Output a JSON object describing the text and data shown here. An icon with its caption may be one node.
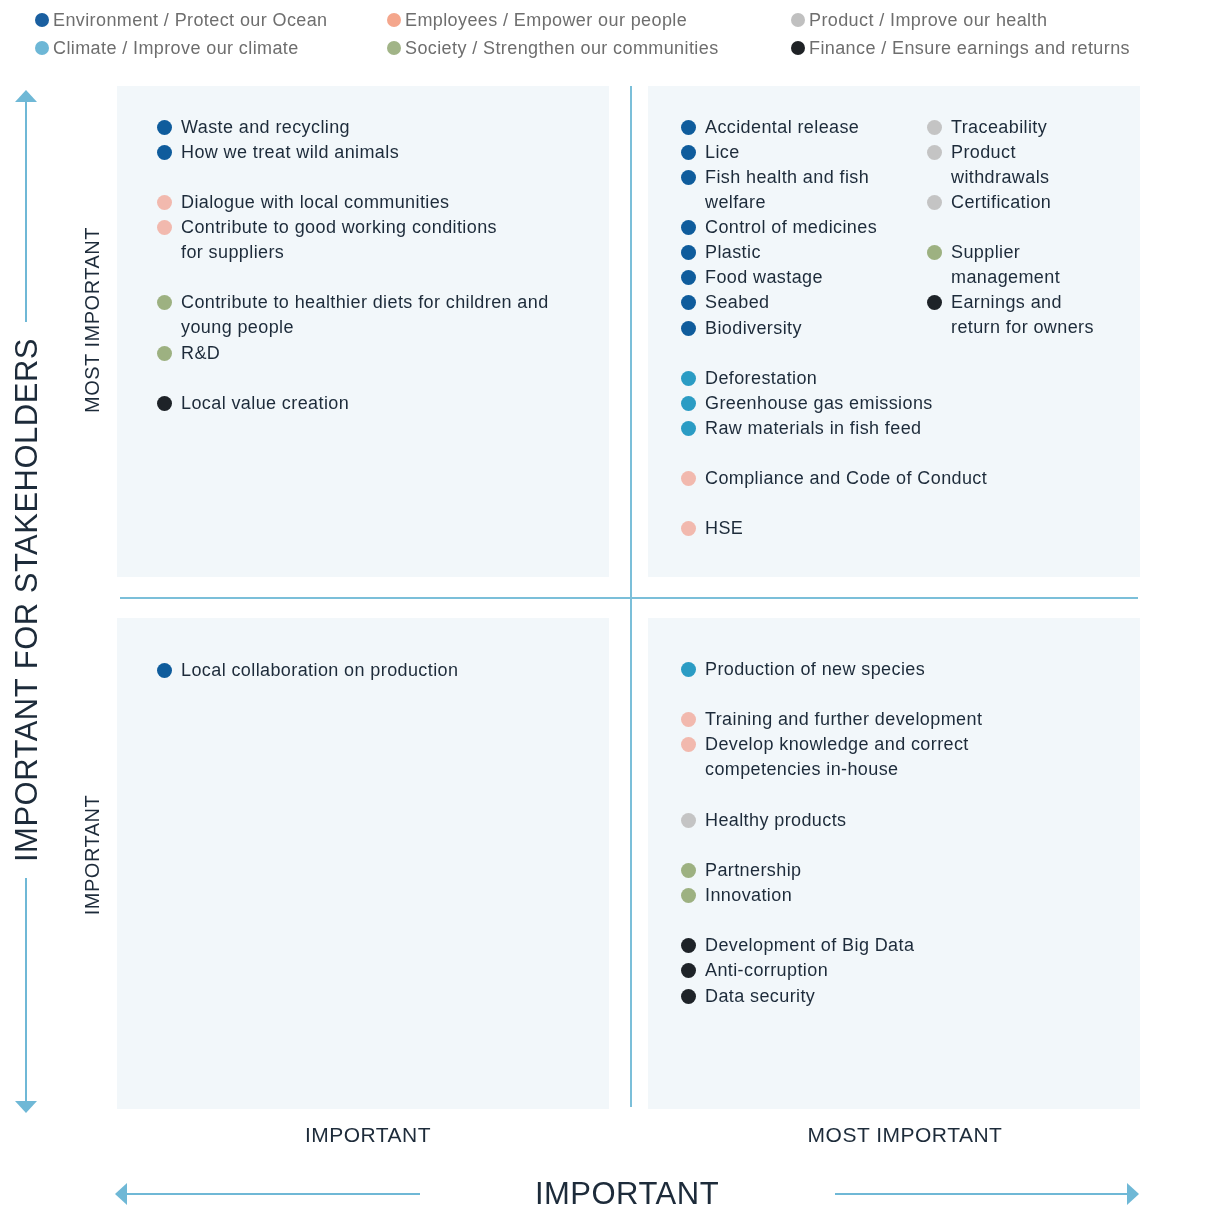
{
  "diagram": {
    "nodes": [
      {
        "text": [],
        "shape": "box"
      },
      {
        "text": [
          "Waste and recycling"
        ],
        "in": 0
      },
      {
        "text": [
          "How we treat wild animals"
        ],
        "in": 0
      },
      {
        "text": [
          "Dialogue with local communities"
        ],
        "in": 0
      },
      {
        "text": [
          "Contribute to good working conditions for suppliers"
        ],
        "in": 0
      },
      {
        "text": [
          "Contribute to healthier diets for children and young people"
        ],
        "in": 0
      },
      {
        "text": [
          "R&D"
        ],
        "in": 0
      },
      {
        "text": [
          "Local value creation"
        ],
        "in": 0
      },
      {
        "text": [],
        "shape": "box"
      },
      {
        "text": [
          "Accidental release"
        ],
        "in": 8
      },
      {
        "text": [
          "Lice"
        ],
        "in": 8
      },
      {
        "text": [
          "Fish health and fish welfare"
        ],
        "in": 8
      },
      {
        "text": [
          "Control of medicines"
        ],
        "in": 8
      },
      {
        "text": [
          "Plastic"
        ],
        "in": 8
      },
      {
        "text": [
          "Food wastage"
        ],
        "in": 8
      },
      {
        "text": [
          "Seabed"
        ],
        "in": 8
      },
      {
        "text": [
          "Biodiversity"
        ],
        "in": 8
      },
      {
        "text": [
          "Deforestation"
        ],
        "in": 8
      },
      {
        "text": [
          "Greenhouse gas emissions"
        ],
        "in": 8
      },
      {
        "text": [
          "Raw materials in fish feed"
        ],
        "in": 8
      },
      {
        "text": [
          "Compliance and Code of Conduct"
        ],
        "in": 8
      },
      {
        "text": [
          "HSE"
        ],
        "in": 8
      },
      {
        "text": [
          "Traceability"
        ],
        "in": 8
      },
      {
        "text": [
          "Product withdrawals"
        ],
        "in": 8
      },
      {
        "text": [
          "Certification"
        ],
        "in": 8
      },
      {
        "text": [
          "Supplier management"
        ],
        "in": 8
      },
      {
        "text": [
          "Earnings and return for owners"
        ],
        "in": 8
      },
      {
        "text": [],
        "shape": "box"
      },
      {
        "text": [
          "Local collaboration on production"
        ],
        "in": 27
      },
      {
        "text": [],
        "shape": "box"
      },
      {
        "text": [
          "Production of new species"
        ],
        "in": 29
      },
      {
        "text": [
          "Training and further development"
        ],
        "in": 29
      },
      {
        "text": [
          "Develop knowledge and correct competencies in-house"
        ],
        "in": 29
      },
      {
        "text": [
          "Healthy products"
        ],
        "in": 29
      },
      {
        "text": [
          "Partnership"
        ],
        "in": 29
      },
      {
        "text": [
          "Innovation"
        ],
        "in": 29
      },
      {
        "text": [
          "Development of Big Data"
        ],
        "in": 29
      },
      {
        "text": [
          "Anti-corruption"
        ],
        "in": 29
      },
      {
        "text": [
          "Data security"
        ],
        "in": 29
      }
    ],
    "edges": [],
    "labels": [
      "MOST IMPORTANT",
      "IMPORTANT FOR STAKEHOLDERS",
      "IMPORTANT",
      "IMPORTANT",
      "MOST IMPORTANT",
      "IMPORTANT"
    ],
    "legend": [
      {
        "text": "Environment / Protect our Ocean",
        "color": "#1a5fa0"
      },
      {
        "text": "Employees / Empower our people",
        "color": "#f4a68c"
      },
      {
        "text": "Product / Improve our health",
        "color": "#c0c0c0"
      },
      {
        "text": "Climate / Improve our climate",
        "color": "#6db7d6"
      },
      {
        "text": "Society / Strengthen our communities",
        "color": "#a1b487"
      },
      {
        "text": "Finance / Ensure earnings and returns",
        "color": "#1f2226"
      }
    ]
  }
}
